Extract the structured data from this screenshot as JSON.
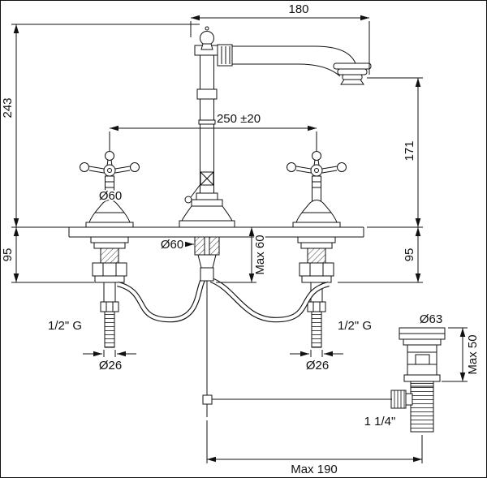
{
  "colors": {
    "line": "#111111",
    "background": "#ffffff"
  },
  "dims": {
    "spout_reach": "180",
    "overall_height": "243",
    "hole_spacing": "250 ±20",
    "spout_height": "171",
    "left_base_diameter": "Ø60",
    "center_base_diameter": "Ø60",
    "max_deck_thickness": "Max 60",
    "left_under_deck_height": "95",
    "right_under_deck_height": "95",
    "left_inlet_thread": "1/2\" G",
    "right_inlet_thread": "1/2\" G",
    "left_tail_diameter": "Ø26",
    "right_tail_diameter": "Ø26",
    "waste_flange_diameter": "Ø63",
    "waste_max_height": "Max 50",
    "waste_thread_size": "1 1/4\"",
    "waste_offset": "Max 190"
  }
}
